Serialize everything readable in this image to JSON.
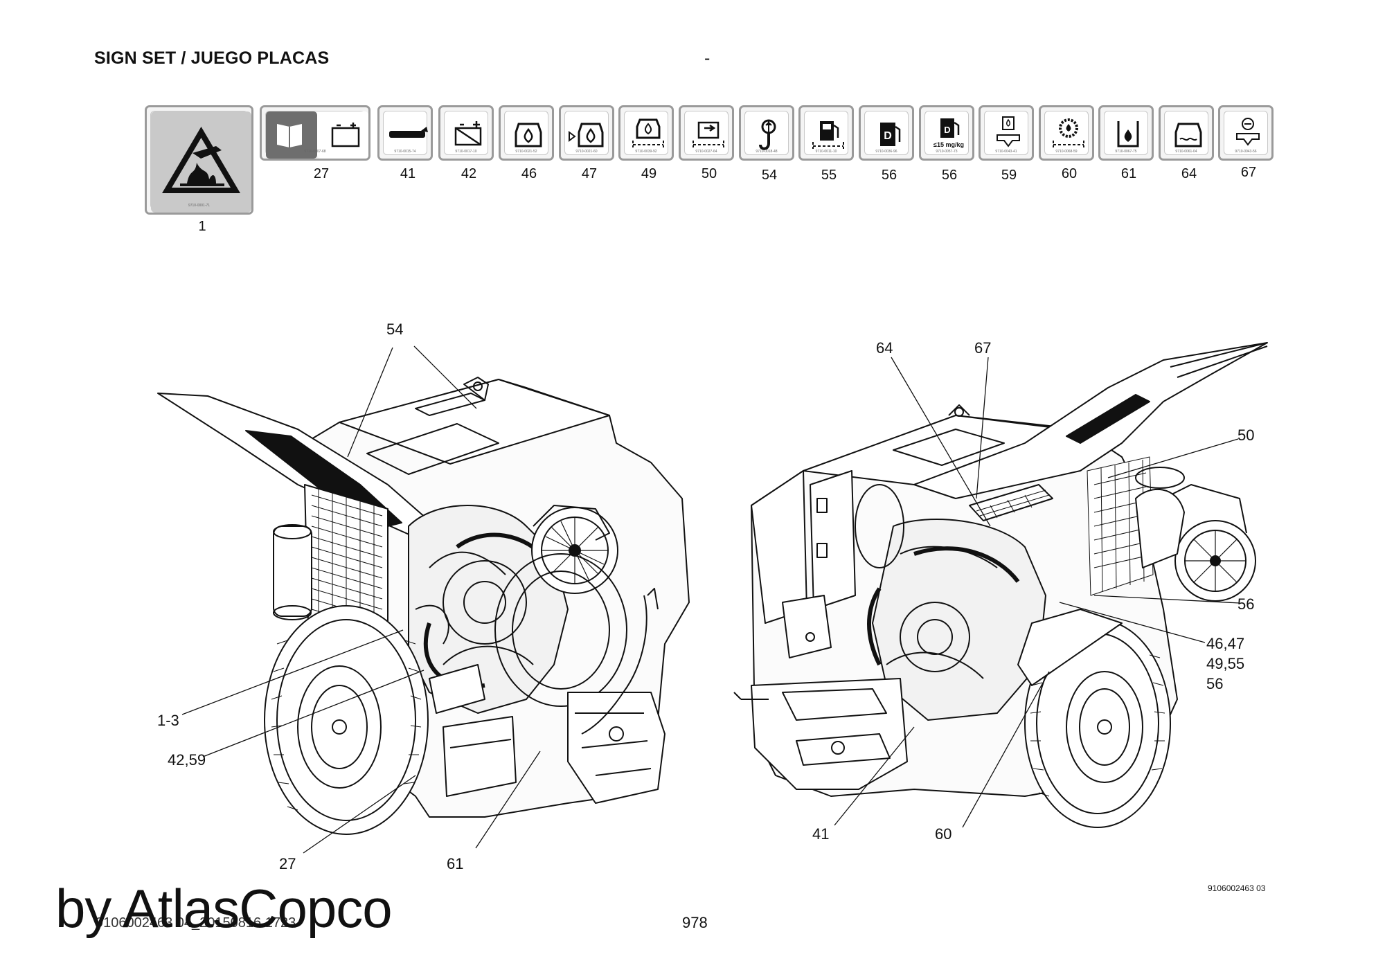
{
  "header": {
    "title": "SIGN SET / JUEGO PLACAS",
    "dash": "-"
  },
  "signs": [
    {
      "label": "1",
      "icon": "hot-surface-warning-icon",
      "code": "9710-0001-71"
    },
    {
      "label": "27",
      "icon": "read-manual-battery-icon",
      "code": "9710-0007-68"
    },
    {
      "label": "41",
      "icon": "lifting-arm-icon",
      "code": "9710-0015-74"
    },
    {
      "label": "42",
      "icon": "battery-disconnect-icon",
      "code": "9710-0017-10"
    },
    {
      "label": "46",
      "icon": "engine-oil-icon",
      "code": "9710-0021-52"
    },
    {
      "label": "47",
      "icon": "oil-drain-icon",
      "code": "9710-0021-60"
    },
    {
      "label": "49",
      "icon": "engine-oil-level-icon",
      "code": "9710-0039-92"
    },
    {
      "label": "50",
      "icon": "hydraulic-oil-level-icon",
      "code": "9710-0027-64"
    },
    {
      "label": "54",
      "icon": "lifting-point-icon",
      "code": "9710-0018-48"
    },
    {
      "label": "55",
      "icon": "fuel-level-icon",
      "code": "9710-0011-10"
    },
    {
      "label": "56",
      "icon": "diesel-fuel-icon",
      "code": "9710-0036-96"
    },
    {
      "label": "56",
      "icon": "diesel-sulphur-icon",
      "code": "9710-0057-73",
      "text": "≤15 mg/kg"
    },
    {
      "label": "59",
      "icon": "drain-point-icon",
      "code": "9710-0043-41"
    },
    {
      "label": "60",
      "icon": "gearbox-oil-level-icon",
      "code": "9710-0068-59"
    },
    {
      "label": "61",
      "icon": "hydraulic-tank-icon",
      "code": "9710-0067-75"
    },
    {
      "label": "64",
      "icon": "coolant-icon",
      "code": "9710-0061-04"
    },
    {
      "label": "67",
      "icon": "coolant-drain-icon",
      "code": "9710-0043-56"
    }
  ],
  "callouts": {
    "left": {
      "c54": "54",
      "c1_3": "1-3",
      "c42_59": "42,59",
      "c27": "27",
      "c61": "61"
    },
    "right": {
      "c64": "64",
      "c67": "67",
      "c50": "50",
      "c56": "56",
      "c46_47": "46,47",
      "c49_55": "49,55",
      "c56b": "56",
      "c41": "41",
      "c60": "60"
    }
  },
  "footer": {
    "watermark": "by AtlasCopco",
    "document_id": "9106002463 04_20150816 1723",
    "page_number": "978",
    "drawing_number": "9106002463 03"
  }
}
